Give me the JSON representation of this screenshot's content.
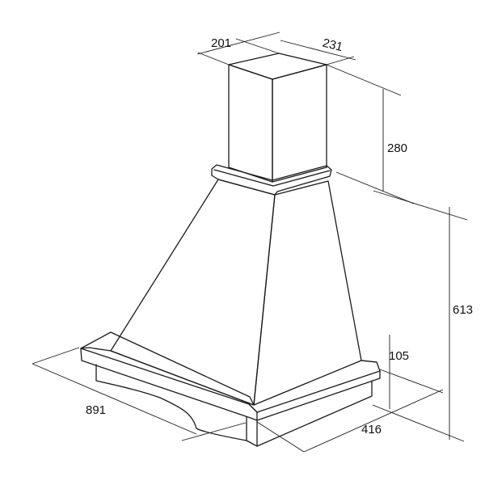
{
  "diagram": {
    "dimensions": {
      "chimney_width": "201",
      "chimney_depth": "231",
      "chimney_height": "280",
      "hood_height": "613",
      "canopy_height": "105",
      "overall_width": "891",
      "overall_depth": "416"
    },
    "colors": {
      "line": "#1a1a1a",
      "text": "#111111",
      "background": "#ffffff"
    }
  }
}
